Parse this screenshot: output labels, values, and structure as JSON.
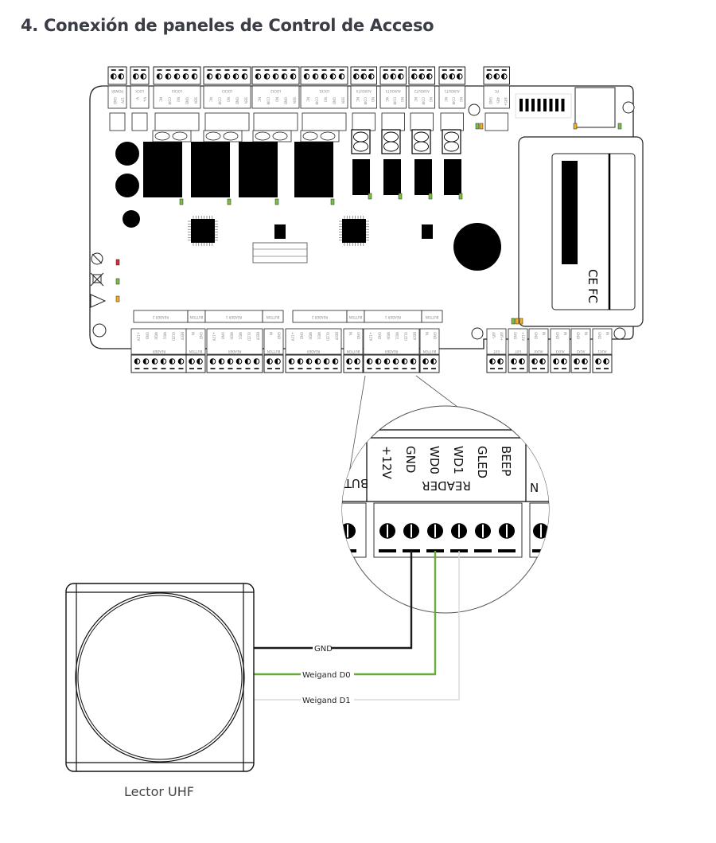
{
  "title": "4. Conexión de paneles de Control de Acceso",
  "board": {
    "top_connectors": [
      {
        "label": "POWER",
        "pins": [
          "GND",
          "12V"
        ]
      },
      {
        "label": "LOCK",
        "pins": [
          "V-",
          "V+"
        ]
      },
      {
        "label": "LOCK4",
        "pins": [
          "NC",
          "COM",
          "NO",
          "GND",
          "SEN"
        ]
      },
      {
        "label": "LOCK3",
        "pins": [
          "NC",
          "COM",
          "NO",
          "GND",
          "SEN"
        ]
      },
      {
        "label": "LOCK2",
        "pins": [
          "NC",
          "COM",
          "NO",
          "GND",
          "SEN"
        ]
      },
      {
        "label": "LOCK1",
        "pins": [
          "NC",
          "COM",
          "NO",
          "GND",
          "SEN"
        ]
      },
      {
        "label": "AUXOUT4",
        "pins": [
          "NC",
          "COM",
          "NO"
        ]
      },
      {
        "label": "AUXOUT3",
        "pins": [
          "NC",
          "COM",
          "NO"
        ]
      },
      {
        "label": "AUXOUT2",
        "pins": [
          "NC",
          "COM",
          "NO"
        ]
      },
      {
        "label": "AUXOUT1",
        "pins": [
          "NC",
          "COM",
          "NO"
        ]
      },
      {
        "label": "PC",
        "pins": [
          "GND",
          "485-",
          "485+"
        ]
      }
    ],
    "bottom_connectors": [
      {
        "label": "READER",
        "pins": [
          "+12V",
          "GND",
          "WD0",
          "WD1",
          "GLED",
          "BEEP"
        ]
      },
      {
        "label": "BUTTON",
        "pins": [
          "IN",
          "GND"
        ]
      },
      {
        "label": "READER",
        "pins": [
          "+12V",
          "GND",
          "WD0",
          "WD1",
          "GLED",
          "BEEP"
        ]
      },
      {
        "label": "BUTTON",
        "pins": [
          "IN",
          "GND"
        ]
      },
      {
        "label": "READER",
        "pins": [
          "+12V",
          "GND",
          "WD0",
          "WD1",
          "GLED",
          "BEEP"
        ]
      },
      {
        "label": "BUTTON",
        "pins": [
          "IN",
          "GND"
        ]
      },
      {
        "label": "READER",
        "pins": [
          "+12V",
          "GND",
          "WD0",
          "WD1",
          "GLED",
          "BEEP"
        ]
      },
      {
        "label": "BUTTON",
        "pins": [
          "IN",
          "GND"
        ]
      },
      {
        "label": "EXT",
        "pins": [
          "485-",
          "485+"
        ]
      },
      {
        "label": "EXT",
        "pins": [
          "GND",
          "+12V"
        ]
      },
      {
        "label": "AUX4",
        "pins": [
          "GND",
          "IN"
        ]
      },
      {
        "label": "AUX3",
        "pins": [
          "GND",
          "IN"
        ]
      },
      {
        "label": "AUX2",
        "pins": [
          "GND",
          "IN"
        ]
      },
      {
        "label": "AUX1",
        "pins": [
          "GND",
          "IN"
        ]
      }
    ],
    "header_labels": [
      "READER 2",
      "BUTTON",
      "READER 1",
      "BUTTON",
      "READER 2",
      "BUTTON",
      "READER 1",
      "BUTTON"
    ],
    "certifications": [
      "CE",
      "FC"
    ]
  },
  "zoom_detail": {
    "group_label": "READER",
    "pins": [
      "+12V",
      "GND",
      "WD0",
      "WD1",
      "GLED",
      "BEEP"
    ],
    "left_neighbor": "BUT",
    "right_neighbor": "N"
  },
  "wires": [
    {
      "label": "GND",
      "color": "#1a1a1a",
      "pin": "GND"
    },
    {
      "label": "Weigand D0",
      "color": "#6aaa3a",
      "pin": "WD0"
    },
    {
      "label": "Weigand D1",
      "color": "#d8d8d8",
      "pin": "WD1"
    }
  ],
  "device": {
    "label": "Lector UHF"
  },
  "colors": {
    "title": "#3a3d45",
    "led_green": "#7bc043",
    "led_yellow": "#f2b01e",
    "led_red": "#d43030"
  }
}
